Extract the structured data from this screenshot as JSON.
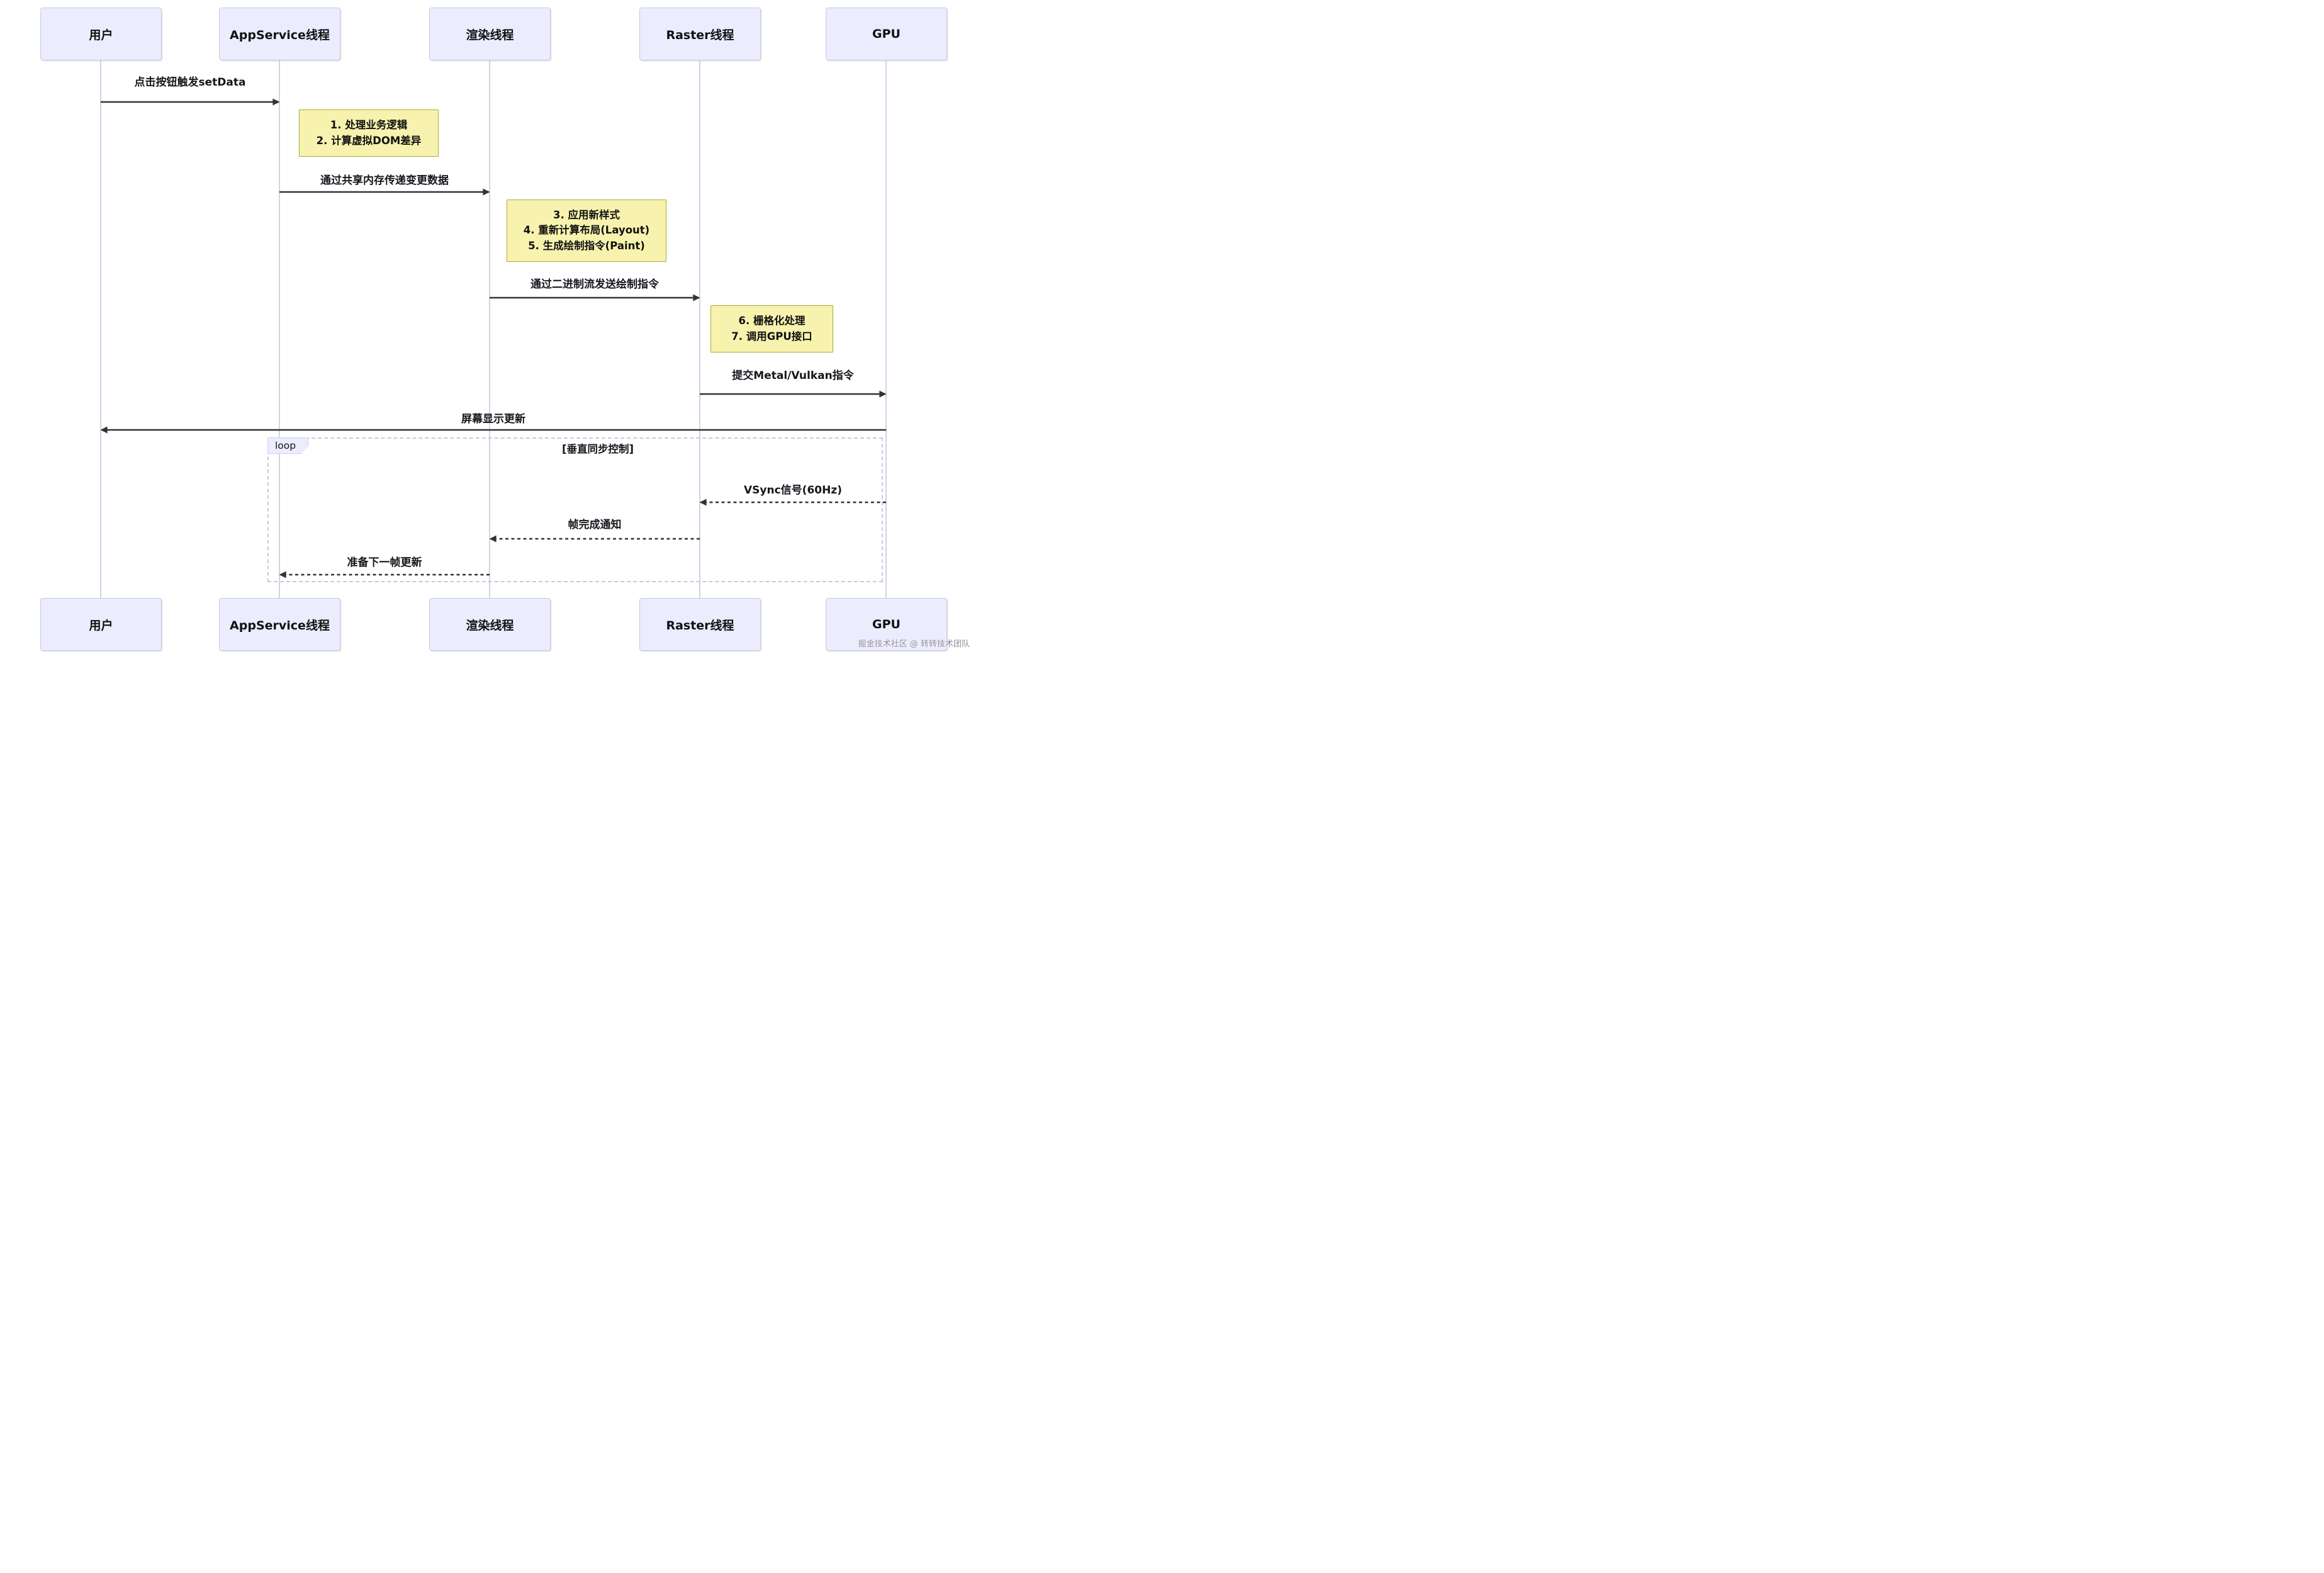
{
  "diagram": {
    "type": "sequence",
    "actors": [
      {
        "id": "user",
        "label": "用户"
      },
      {
        "id": "appservice",
        "label": "AppService线程"
      },
      {
        "id": "render",
        "label": "渲染线程"
      },
      {
        "id": "raster",
        "label": "Raster线程"
      },
      {
        "id": "gpu",
        "label": "GPU"
      }
    ],
    "messages": [
      {
        "label": "点击按钮触发setData",
        "from": "用户",
        "to": "AppService线程",
        "style": "solid"
      },
      {
        "label": "通过共享内存传递变更数据",
        "from": "AppService线程",
        "to": "渲染线程",
        "style": "solid"
      },
      {
        "label": "通过二进制流发送绘制指令",
        "from": "渲染线程",
        "to": "Raster线程",
        "style": "solid"
      },
      {
        "label": "提交Metal/Vulkan指令",
        "from": "Raster线程",
        "to": "GPU",
        "style": "solid"
      },
      {
        "label": "屏幕显示更新",
        "from": "GPU",
        "to": "用户",
        "style": "solid"
      },
      {
        "label": "VSync信号(60Hz)",
        "from": "GPU",
        "to": "Raster线程",
        "style": "dashed"
      },
      {
        "label": "帧完成通知",
        "from": "Raster线程",
        "to": "渲染线程",
        "style": "dashed"
      },
      {
        "label": "准备下一帧更新",
        "from": "渲染线程",
        "to": "AppService线程",
        "style": "dashed"
      }
    ],
    "notes": [
      {
        "over": "AppService线程",
        "lines": [
          "1. 处理业务逻辑",
          "2. 计算虚拟DOM差异"
        ]
      },
      {
        "over": "渲染线程",
        "lines": [
          "3. 应用新样式",
          "4. 重新计算布局(Layout)",
          "5. 生成绘制指令(Paint)"
        ]
      },
      {
        "over": "Raster线程",
        "lines": [
          "6. 栅格化处理",
          "7. 调用GPU接口"
        ]
      }
    ],
    "loop": {
      "label": "loop",
      "title": "[垂直同步控制]"
    },
    "watermark": "掘金技术社区 @ 转转技术团队"
  },
  "colors": {
    "background": "#FFFFFF",
    "actor_fill": "#ECECFF",
    "actor_border": "#C9C9E0",
    "lifeline": "#D5D2E8",
    "note_fill": "#F7F3AE",
    "note_border": "#A9A936",
    "arrow": "#333333",
    "loop_border": "#C9C9E0",
    "watermark_text": "#8D8D99"
  }
}
